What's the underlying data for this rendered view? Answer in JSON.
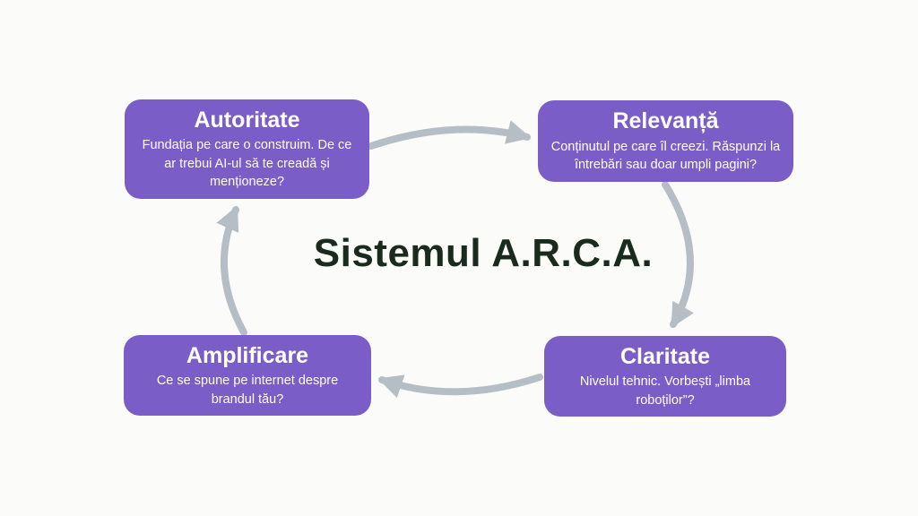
{
  "title": "Sistemul A.R.C.A.",
  "colors": {
    "background": "#FBFCF9",
    "box": "#7A5DC7",
    "arrow": "#B6BEC5",
    "title_text": "#1A2B1E",
    "box_text": "#FFFFFF"
  },
  "nodes": {
    "autoritate": {
      "title_initial": "A",
      "title_rest": "utoritate",
      "description": "Fundația pe care o construim. De ce ar trebui AI-ul să te creadă și menționeze?"
    },
    "relevanta": {
      "title_initial": "R",
      "title_rest": "elevanță",
      "description": "Conținutul pe care îl creezi. Răspunzi la întrebări sau doar umpli pagini?"
    },
    "claritate": {
      "title_initial": "C",
      "title_rest": "laritate",
      "description": "Nivelul tehnic. Vorbești „limba roboților”?"
    },
    "amplificare": {
      "title_initial": "A",
      "title_rest": "mplificare",
      "description": "Ce se spune pe internet despre brandul tău?"
    }
  }
}
